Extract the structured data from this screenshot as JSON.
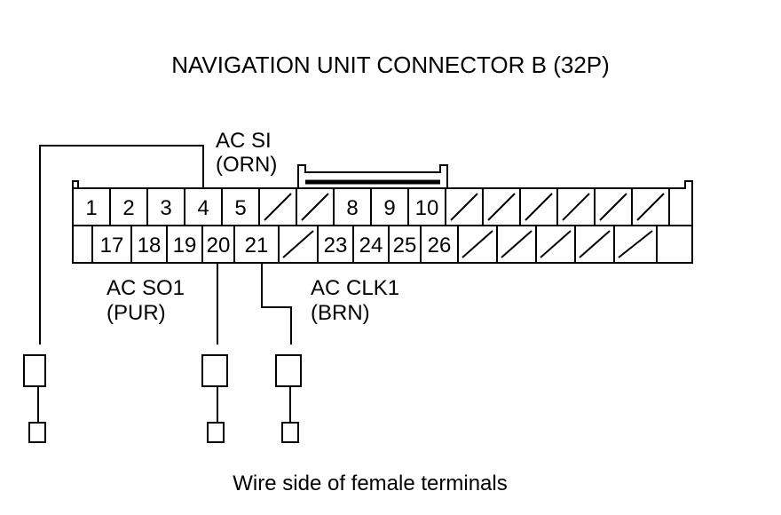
{
  "title": "NAVIGATION UNIT CONNECTOR B (32P)",
  "footer": "Wire side of female terminals",
  "top_row": [
    {
      "label": "1"
    },
    {
      "label": "2"
    },
    {
      "label": "3"
    },
    {
      "label": "4"
    },
    {
      "label": "5"
    },
    {
      "label": ""
    },
    {
      "label": ""
    },
    {
      "label": "8"
    },
    {
      "label": "9"
    },
    {
      "label": "10"
    },
    {
      "label": ""
    },
    {
      "label": ""
    },
    {
      "label": ""
    },
    {
      "label": ""
    },
    {
      "label": ""
    },
    {
      "label": ""
    }
  ],
  "bottom_row": [
    {
      "label": ""
    },
    {
      "label": "17"
    },
    {
      "label": "18"
    },
    {
      "label": "19"
    },
    {
      "label": "20"
    },
    {
      "label": "21"
    },
    {
      "label": ""
    },
    {
      "label": "23"
    },
    {
      "label": "24"
    },
    {
      "label": "25"
    },
    {
      "label": "26"
    },
    {
      "label": ""
    },
    {
      "label": ""
    },
    {
      "label": ""
    },
    {
      "label": ""
    },
    {
      "label": ""
    }
  ],
  "wires": [
    {
      "id": "ac-si",
      "terminal": "4",
      "signal": "AC SI",
      "color": "(ORN)"
    },
    {
      "id": "ac-so1",
      "terminal": "20",
      "signal": "AC SO1",
      "color": "(PUR)"
    },
    {
      "id": "ac-clk1",
      "terminal": "21",
      "signal": "AC CLK1",
      "color": "(BRN)"
    }
  ]
}
